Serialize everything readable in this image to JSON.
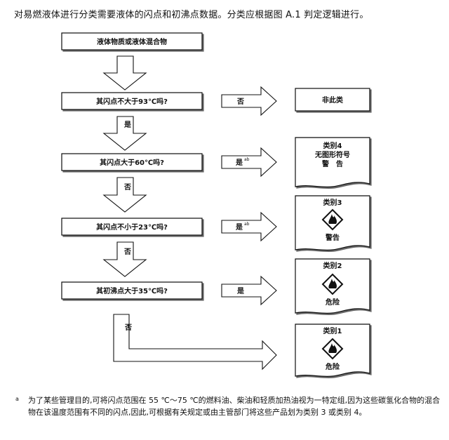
{
  "intro": "对易燃液体进行分类需要液体的闪点和初沸点数据。分类应根据图 A.1 判定逻辑进行。",
  "boxes": [
    "液体物质或液体混合物",
    "其闪点不大于93℃吗?",
    "其闪点大于60℃吗?",
    "其闪点不小于23℃吗?",
    "其初沸点大于35℃吗?"
  ],
  "down_labels": [
    "是",
    "否",
    "否",
    "否"
  ],
  "right_labels": [
    "否",
    "是",
    "是",
    "是"
  ],
  "right_label_marks": [
    "",
    "ab",
    "ab",
    ""
  ],
  "results": [
    {
      "lines": [
        "非此类"
      ],
      "icon": "",
      "warn": ""
    },
    {
      "lines": [
        "类别4",
        "无图形符号"
      ],
      "icon": "",
      "warn": "警　告"
    },
    {
      "lines": [
        "类别3"
      ],
      "icon": "flame-icon",
      "warn": "警告"
    },
    {
      "lines": [
        "类别2"
      ],
      "icon": "flame-icon",
      "warn": "危险"
    },
    {
      "lines": [
        "类别1"
      ],
      "icon": "flame-icon",
      "warn": "危险"
    }
  ],
  "footnote": {
    "mark": "a",
    "text": "为了某些管理目的,可将闪点范围在 55 ℃～75 ℃的燃料油、柴油和轻质加热油视为一特定组,因为这些碳氢化合物的混合物在该温度范围有不同的闪点,因此,可根据有关规定或由主管部门将这些产品划为类别 3 或类别 4。"
  }
}
